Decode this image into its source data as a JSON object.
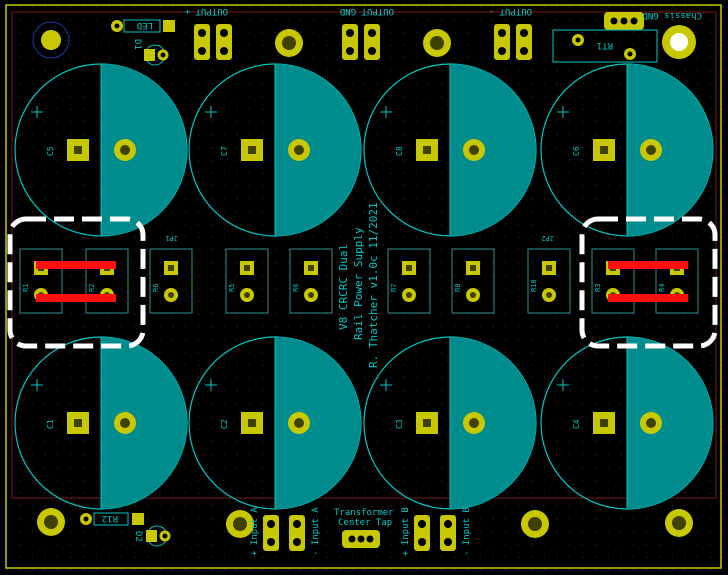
{
  "colors": {
    "background": "#000000",
    "board_outline": "#c8c800",
    "silkscreen": "#00c8c8",
    "copper_pad": "#c8c800",
    "pad_drill": "#404000",
    "cap_fill": "#008c8c",
    "courtyard": "#2f8f8f",
    "highlight": "#ff1010",
    "dash_box": "#ffffff",
    "grid_dot": "#2e2e2e",
    "fab_red": "#7a1818",
    "text_yellow": "#c8c800"
  },
  "top_labels": {
    "output_plus": "OUTPUT +",
    "output_gnd": "OUTPUT GND",
    "output_minus": "OUTPUT -",
    "chassis_gnd": "Chassis GND",
    "led1": "LED",
    "rt1": "RT1",
    "d1": "D1"
  },
  "bottom_labels": {
    "input_a_plus": "+ Input A",
    "input_a_minus": "- Input A",
    "transformer": "Transformer",
    "center_tap": "Center Tap",
    "input_b_plus": "+ Input B",
    "input_b_minus": "- Input B",
    "r12": "R12",
    "d2": "D2"
  },
  "center_text": {
    "line1": "V8 CRCRC Dual",
    "line2": "Rail Power Supply",
    "line3": "R. Thatcher v1.0c 11/2021"
  },
  "cap_refs_top": [
    "C5",
    "C7",
    "C8",
    "C6"
  ],
  "cap_refs_bottom": [
    "C1",
    "C2",
    "C3",
    "C4"
  ],
  "resistor_refs": [
    "R1",
    "R2",
    "R6",
    "R5",
    "R6",
    "R7",
    "R8",
    "R10",
    "R3",
    "R4"
  ],
  "jumper_labels": [
    "JP1",
    "JP2"
  ]
}
